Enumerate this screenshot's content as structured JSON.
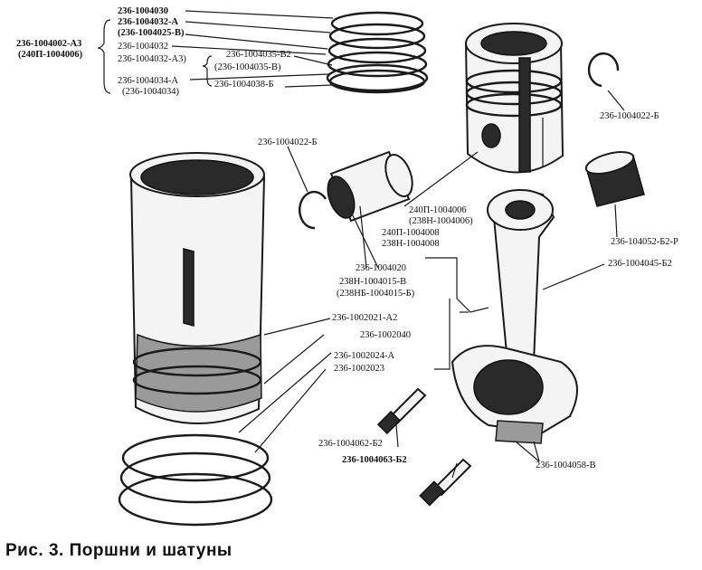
{
  "labels": {
    "l01": "236-1004030",
    "l02": "236-1004032-А",
    "l03": "(236-1004025-В)",
    "l04": "236-1004002-А3",
    "l05": "(240П-1004006)",
    "l06": "236-1004032",
    "l07": "236-1004032-А3)",
    "l08": "236-1004035-В2",
    "l09": "(236-1004035-В)",
    "l10": "236-1004038-Б",
    "l11": "236-1004034-А",
    "l12": "(236-1004034)",
    "l13": "236-1004022-Б",
    "l14": "236-1004022-Б",
    "l15": "240П-1004006",
    "l16": "(238Н-1004006)",
    "l17": "240П-1004008",
    "l18": "238Н-1004008",
    "l19": "236-104052-Б2-Р",
    "l20": "236-1004045-Б2",
    "l21": "236-1004020",
    "l22": "238Н-1004015-В",
    "l23": "(238НБ-1004015-Б)",
    "l24": "236-1002021-А2",
    "l25": "236-1002040",
    "l26": "236-1002024-А",
    "l27": "236-1002023",
    "l28": "236-1004062-Б2",
    "l29": "236-1004063-Б2",
    "l30": "236-1004058-В"
  },
  "caption": "Рис. 3. Поршни и шатуны"
}
